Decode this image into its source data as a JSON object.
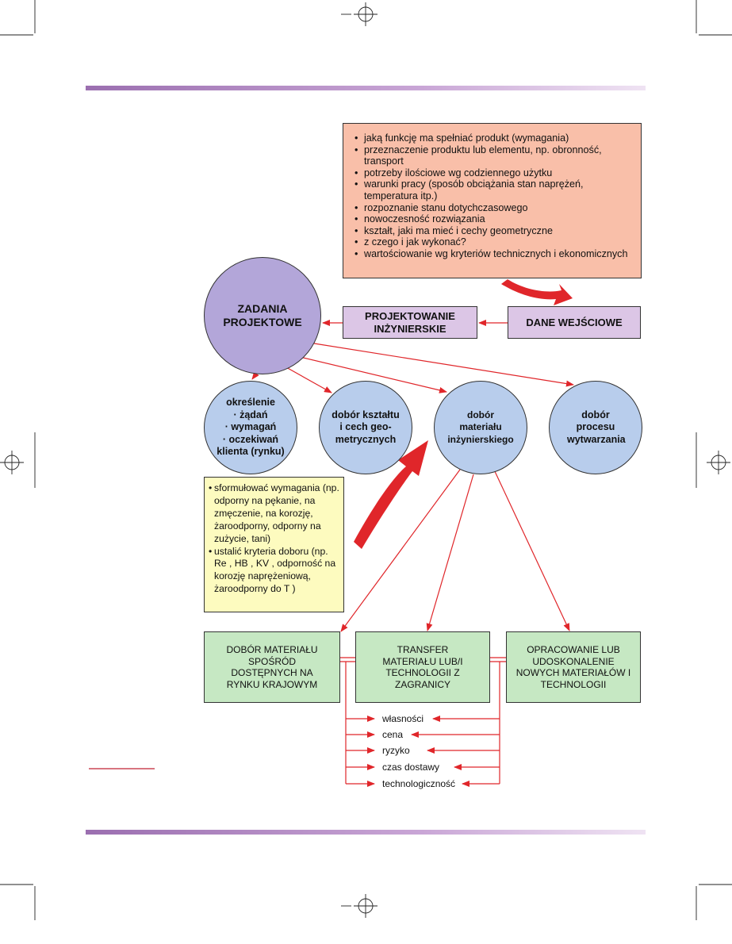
{
  "requirements_list": [
    "jaką funkcję ma spełniać produkt (wymagania)",
    "przeznaczenie produktu lub elementu, np. obronność, transport",
    "potrzeby ilościowe wg codziennego użytku",
    "warunki pracy (sposób obciążania stan naprężeń, temperatura itp.)",
    "rozpoznanie stanu dotychczasowego",
    "nowoczesność rozwiązania",
    "kształt, jaki ma mieć i cechy geometryczne",
    "z czego i jak wykonać?",
    "wartościowanie wg kryteriów technicznych i ekonomicznych"
  ],
  "boxes": {
    "design_tasks": "ZADANIA PROJEKTOWE",
    "engineering_design": "PROJEKTOWANIE INŻYNIERSKIE",
    "input_data": "DANE WEJŚCIOWE"
  },
  "circles": {
    "c1_title": "określenie",
    "c1_items": [
      "żądań",
      "wymagań",
      "oczekiwań"
    ],
    "c1_tail": "klienta (rynku)",
    "c2": "dobór kształtu i cech geo- metrycznych",
    "c3": "dobór materiału inżynierskiego",
    "c4": "dobór procesu wytwarzania"
  },
  "selection_notes": [
    "sformułować wymagania (np. odporny na pękanie, na zmęczenie, na korozję, żaroodporny, odporny na zużycie, tani)",
    "ustalić kryteria doboru (np. Re , HB , KV , odporność na korozję naprężeniową, żaroodporny do T )"
  ],
  "options": {
    "domestic": "DOBÓR MATERIAŁU SPOŚRÓD DOSTĘPNYCH NA RYNKU KRAJOWYM",
    "transfer": "TRANSFER MATERIAŁU LUB/I TECHNOLOGII Z ZAGRANICY",
    "develop": "OPRACOWANIE LUB UDOSKONALENIE NOWYCH MATERIAŁÓW I TECHNOLOGII"
  },
  "criteria": [
    "własności",
    "cena",
    "ryzyko",
    "czas dostawy",
    "technologiczność"
  ],
  "colors": {
    "arrow": "#e0262a",
    "big_arrow": "#e0262a"
  }
}
